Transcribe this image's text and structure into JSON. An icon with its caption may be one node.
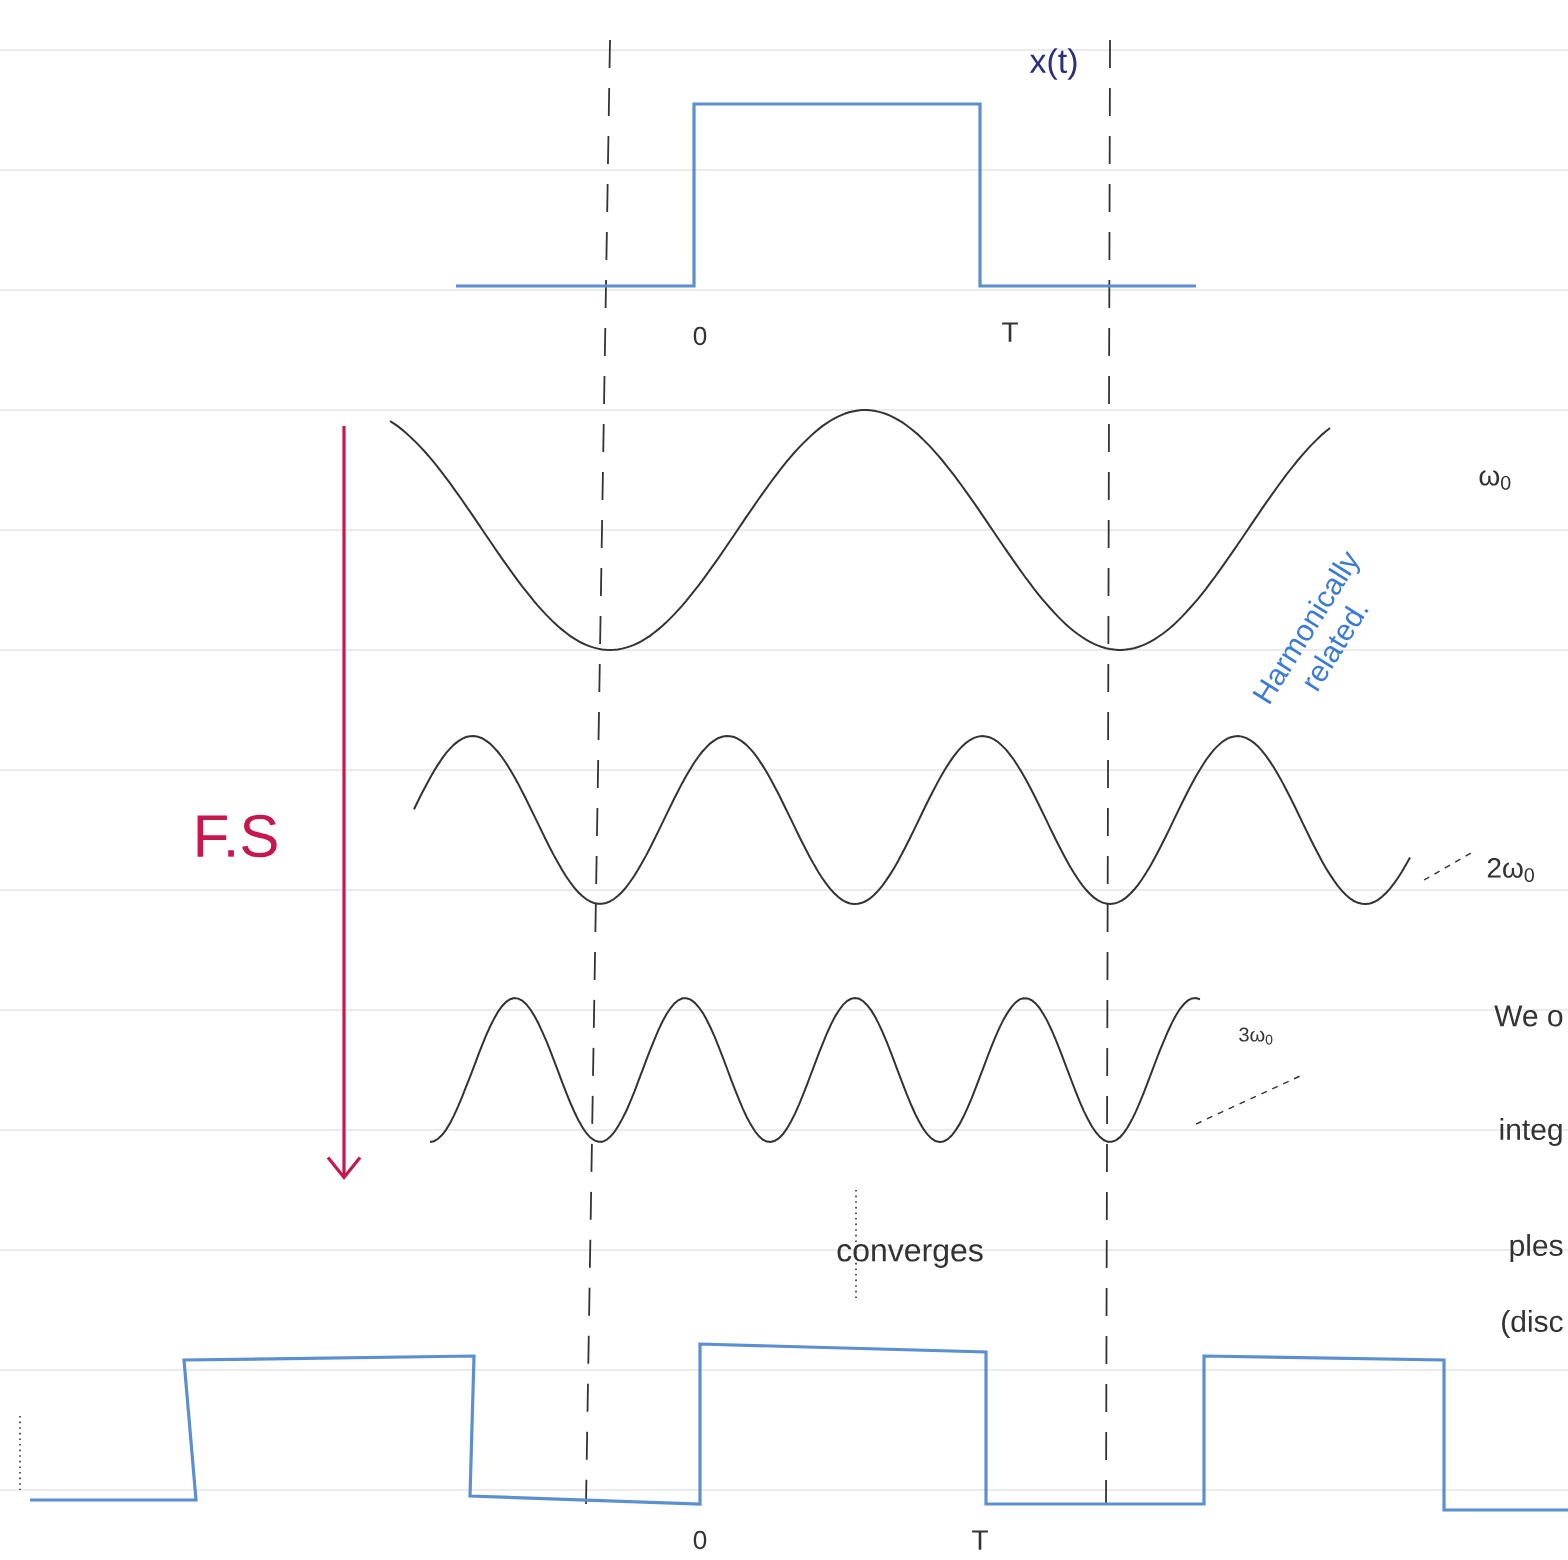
{
  "diagram": {
    "labels": [
      "x(t)",
      "0",
      "T",
      "ω$_{0}$",
      "Harmonically related.",
      "F.S",
      "2ω$_{0}$",
      "We o",
      "3ω$_{0}$",
      "integ",
      "converges",
      "ples",
      "(disc",
      "0",
      "T"
    ]
  }
}
